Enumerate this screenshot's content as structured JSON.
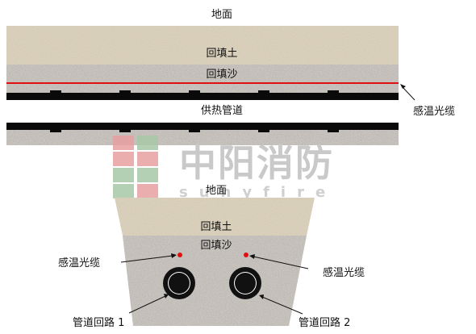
{
  "top_section": {
    "ground_label": "地面",
    "backfill_soil_label": "回填土",
    "backfill_sand_label": "回填沙",
    "pipe_label": "供热管道",
    "cable_label": "感温光缆"
  },
  "bottom_section": {
    "ground_label": "地面",
    "backfill_soil_label": "回填土",
    "backfill_sand_label": "回填沙",
    "cable_left_label": "感温光缆",
    "cable_right_label": "感温光缆",
    "pipe_loop_1_label": "管道回路 1",
    "pipe_loop_2_label": "管道回路 2"
  },
  "watermark": {
    "chinese": "中阳消防",
    "english": "sunyfire"
  },
  "colors": {
    "soil": "#ddd3bd",
    "sand": "#cfcac4",
    "cable": "#e01010",
    "pipe": "#0a0a0a"
  }
}
